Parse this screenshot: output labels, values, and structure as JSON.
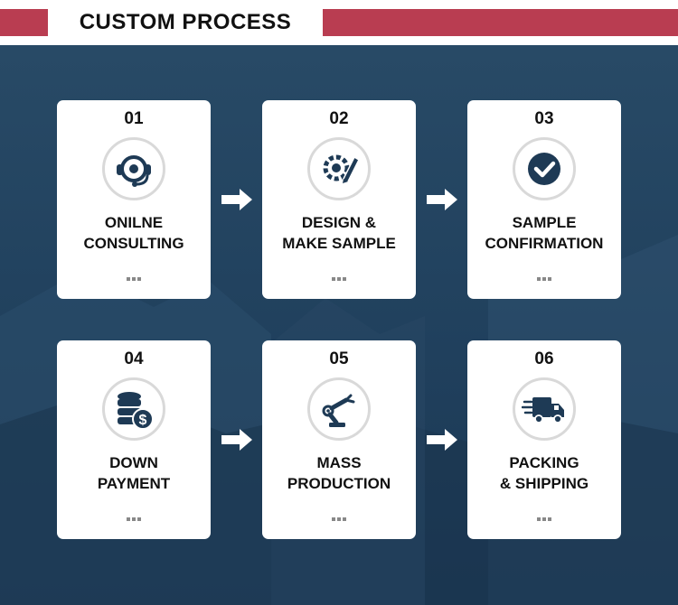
{
  "header": {
    "title": "CUSTOM PROCESS"
  },
  "steps": [
    {
      "number": "01",
      "line1": "ONILNE",
      "line2": "CONSULTING",
      "icon": "headset-icon"
    },
    {
      "number": "02",
      "line1": "DESIGN &",
      "line2": "MAKE SAMPLE",
      "icon": "design-pencil-icon"
    },
    {
      "number": "03",
      "line1": "SAMPLE",
      "line2": "CONFIRMATION",
      "icon": "checkmark-icon"
    },
    {
      "number": "04",
      "line1": "DOWN",
      "line2": "PAYMENT",
      "icon": "coins-dollar-icon"
    },
    {
      "number": "05",
      "line1": "MASS",
      "line2": "PRODUCTION",
      "icon": "robot-arm-icon"
    },
    {
      "number": "06",
      "line1": "PACKING",
      "line2": "& SHIPPING",
      "icon": "delivery-truck-icon"
    }
  ],
  "colors": {
    "accent": "#b93d51",
    "background": "#22425f",
    "icon": "#1e3a55",
    "card": "#ffffff"
  }
}
